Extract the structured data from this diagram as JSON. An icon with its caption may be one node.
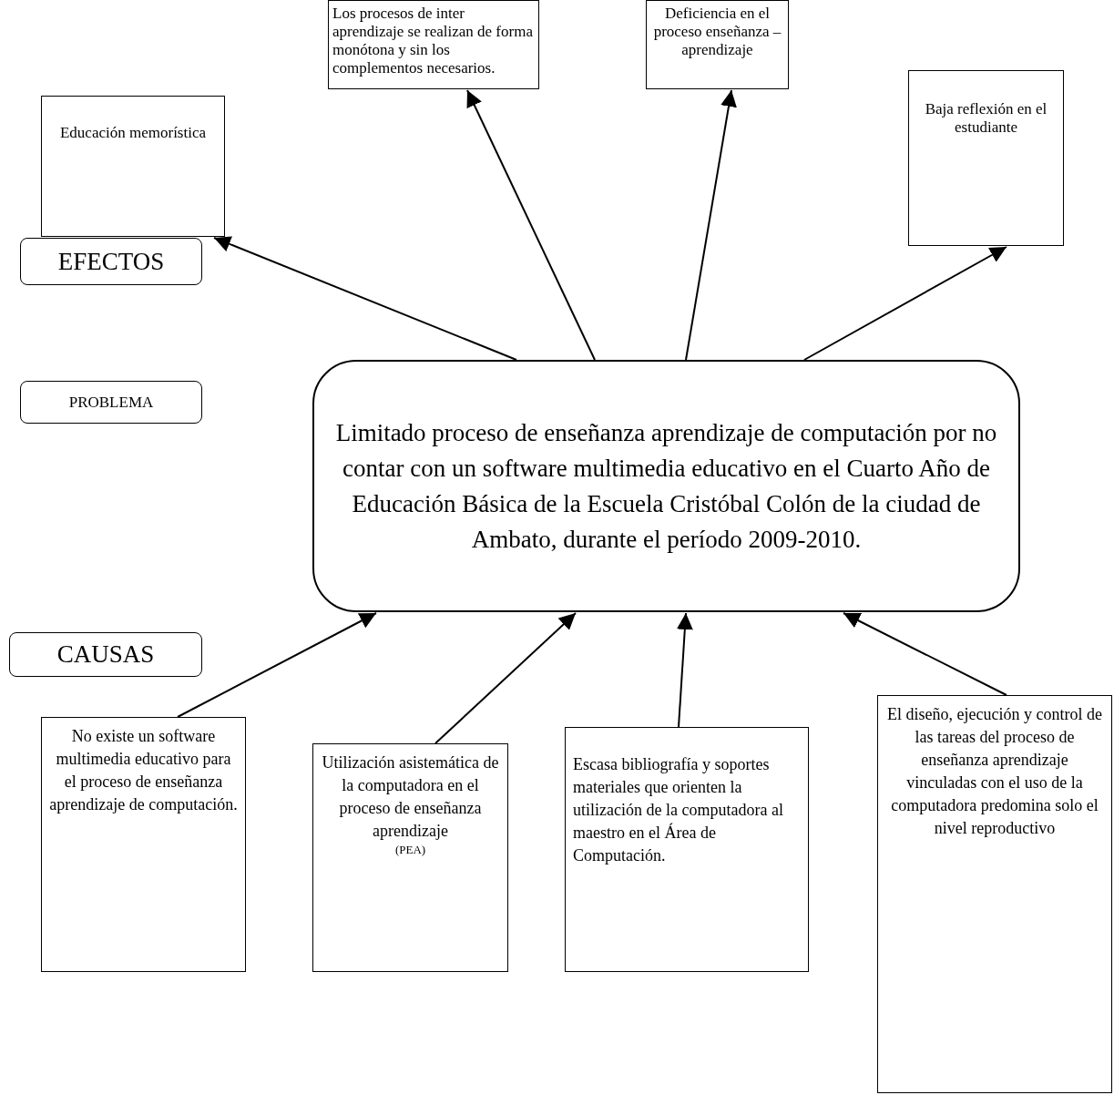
{
  "diagram": {
    "nodes": [
      {
        "text": [
          "Educación memorística"
        ]
      },
      {
        "text": [
          "Los procesos de inter aprendizaje se realizan de forma monótona y sin los complementos necesarios."
        ]
      },
      {
        "text": [
          "Deficiencia en el proceso enseñanza – aprendizaje"
        ]
      },
      {
        "text": [
          "Baja reflexión en el estudiante"
        ]
      },
      {
        "text": [
          "EFECTOS"
        ]
      },
      {
        "text": [
          "Limitado proceso de enseñanza aprendizaje de computación por no contar con un software multimedia educativo en el Cuarto Año de Educación Básica de la Escuela Cristóbal Colón de la ciudad de Ambato, durante el período 2009-2010."
        ]
      },
      {
        "text": [
          "PROBLEMA"
        ]
      },
      {
        "text": [
          "CAUSAS"
        ]
      },
      {
        "text": [
          "No existe un software multimedia educativo para el proceso de enseñanza aprendizaje de computación."
        ]
      },
      {
        "text": [
          "Utilización asistemática de la computadora en el proceso de enseñanza aprendizaje",
          "(PEA)"
        ]
      },
      {
        "text": [
          "Escasa bibliografía y soportes materiales que orienten la utilización de la computadora al maestro en el Área de Computación."
        ]
      },
      {
        "text": [
          "El diseño, ejecución y control de las tareas del proceso de enseñanza aprendizaje vinculadas con el uso de la computadora predomina solo el nivel reproductivo"
        ]
      }
    ],
    "edges": [
      {
        "from": 5,
        "to": 0,
        "arrow": "to"
      },
      {
        "from": 5,
        "to": 1,
        "arrow": "to"
      },
      {
        "from": 5,
        "to": 2,
        "arrow": "to"
      },
      {
        "from": 5,
        "to": 3,
        "arrow": "to"
      },
      {
        "from": 8,
        "to": 5,
        "arrow": "to"
      },
      {
        "from": 9,
        "to": 5,
        "arrow": "to"
      },
      {
        "from": 10,
        "to": 5,
        "arrow": "to"
      },
      {
        "from": 11,
        "to": 5,
        "arrow": "to"
      }
    ]
  }
}
